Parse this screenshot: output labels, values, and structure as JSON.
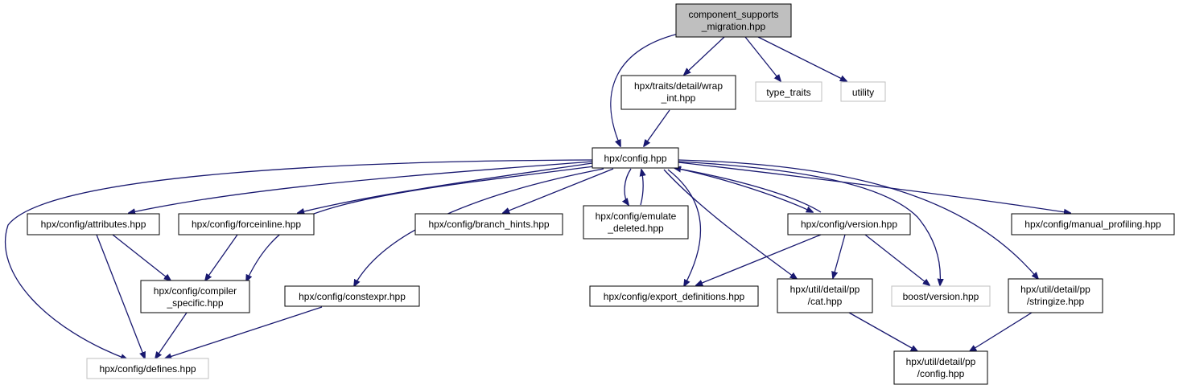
{
  "graph": {
    "nodes": [
      {
        "id": "root",
        "lines": [
          "component_supports",
          "_migration.hpp"
        ],
        "style": "root"
      },
      {
        "id": "wrap_int",
        "lines": [
          "hpx/traits/detail/wrap",
          "_int.hpp"
        ],
        "style": "normal"
      },
      {
        "id": "type_traits",
        "lines": [
          "type_traits"
        ],
        "style": "external"
      },
      {
        "id": "utility",
        "lines": [
          "utility"
        ],
        "style": "external"
      },
      {
        "id": "config",
        "lines": [
          "hpx/config.hpp"
        ],
        "style": "normal"
      },
      {
        "id": "attributes",
        "lines": [
          "hpx/config/attributes.hpp"
        ],
        "style": "normal"
      },
      {
        "id": "forceinline",
        "lines": [
          "hpx/config/forceinline.hpp"
        ],
        "style": "normal"
      },
      {
        "id": "branch_hints",
        "lines": [
          "hpx/config/branch_hints.hpp"
        ],
        "style": "normal"
      },
      {
        "id": "emulate_deleted",
        "lines": [
          "hpx/config/emulate",
          "_deleted.hpp"
        ],
        "style": "normal"
      },
      {
        "id": "version",
        "lines": [
          "hpx/config/version.hpp"
        ],
        "style": "normal"
      },
      {
        "id": "manual_profiling",
        "lines": [
          "hpx/config/manual_profiling.hpp"
        ],
        "style": "normal"
      },
      {
        "id": "compiler_specific",
        "lines": [
          "hpx/config/compiler",
          "_specific.hpp"
        ],
        "style": "normal"
      },
      {
        "id": "constexpr",
        "lines": [
          "hpx/config/constexpr.hpp"
        ],
        "style": "normal"
      },
      {
        "id": "export_definitions",
        "lines": [
          "hpx/config/export_definitions.hpp"
        ],
        "style": "normal"
      },
      {
        "id": "pp_cat",
        "lines": [
          "hpx/util/detail/pp",
          "/cat.hpp"
        ],
        "style": "normal"
      },
      {
        "id": "boost_version",
        "lines": [
          "boost/version.hpp"
        ],
        "style": "external"
      },
      {
        "id": "pp_stringize",
        "lines": [
          "hpx/util/detail/pp",
          "/stringize.hpp"
        ],
        "style": "normal"
      },
      {
        "id": "defines",
        "lines": [
          "hpx/config/defines.hpp"
        ],
        "style": "external"
      },
      {
        "id": "pp_config",
        "lines": [
          "hpx/util/detail/pp",
          "/config.hpp"
        ],
        "style": "normal"
      }
    ],
    "edges": [
      {
        "from": "root",
        "to": "config"
      },
      {
        "from": "root",
        "to": "wrap_int"
      },
      {
        "from": "root",
        "to": "type_traits"
      },
      {
        "from": "root",
        "to": "utility"
      },
      {
        "from": "wrap_int",
        "to": "config"
      },
      {
        "from": "config",
        "to": "attributes"
      },
      {
        "from": "config",
        "to": "forceinline"
      },
      {
        "from": "config",
        "to": "branch_hints"
      },
      {
        "from": "config",
        "to": "emulate_deleted"
      },
      {
        "from": "emulate_deleted",
        "to": "config"
      },
      {
        "from": "config",
        "to": "version"
      },
      {
        "from": "version",
        "to": "config"
      },
      {
        "from": "config",
        "to": "manual_profiling"
      },
      {
        "from": "config",
        "to": "compiler_specific"
      },
      {
        "from": "config",
        "to": "constexpr"
      },
      {
        "from": "config",
        "to": "export_definitions"
      },
      {
        "from": "config",
        "to": "pp_cat"
      },
      {
        "from": "config",
        "to": "boost_version"
      },
      {
        "from": "config",
        "to": "pp_stringize"
      },
      {
        "from": "config",
        "to": "defines"
      },
      {
        "from": "attributes",
        "to": "compiler_specific"
      },
      {
        "from": "attributes",
        "to": "defines"
      },
      {
        "from": "forceinline",
        "to": "compiler_specific"
      },
      {
        "from": "compiler_specific",
        "to": "defines"
      },
      {
        "from": "constexpr",
        "to": "defines"
      },
      {
        "from": "version",
        "to": "export_definitions"
      },
      {
        "from": "version",
        "to": "pp_cat"
      },
      {
        "from": "version",
        "to": "boost_version"
      },
      {
        "from": "pp_cat",
        "to": "pp_config"
      },
      {
        "from": "pp_stringize",
        "to": "pp_config"
      }
    ]
  }
}
